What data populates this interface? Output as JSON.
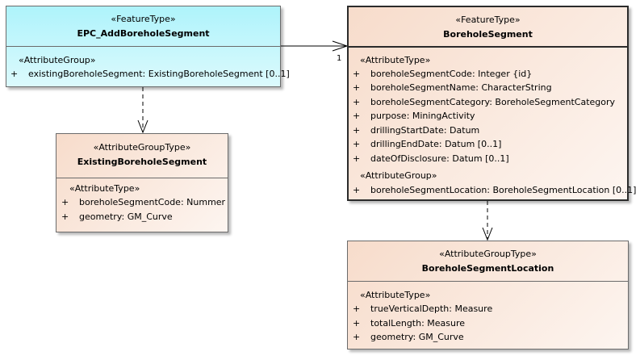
{
  "classes": {
    "epc": {
      "stereotype": "«FeatureType»",
      "name": "EPC_AddBoreholeSegment",
      "sections": [
        {
          "label": "«AttributeGroup»",
          "attributes": [
            {
              "vis": "+",
              "text": "existingBoreholeSegment: ExistingBoreholeSegment [0..1]"
            }
          ]
        }
      ]
    },
    "existing": {
      "stereotype": "«AttributeGroupType»",
      "name": "ExistingBoreholeSegment",
      "sections": [
        {
          "label": "«AttributeType»",
          "attributes": [
            {
              "vis": "+",
              "text": "boreholeSegmentCode: Nummer"
            },
            {
              "vis": "+",
              "text": "geometry: GM_Curve"
            }
          ]
        }
      ]
    },
    "borehole": {
      "stereotype": "«FeatureType»",
      "name": "BoreholeSegment",
      "sections": [
        {
          "label": "«AttributeType»",
          "attributes": [
            {
              "vis": "+",
              "text": "boreholeSegmentCode: Integer {id}"
            },
            {
              "vis": "+",
              "text": "boreholeSegmentName: CharacterString"
            },
            {
              "vis": "+",
              "text": "boreholeSegmentCategory: BoreholeSegmentCategory"
            },
            {
              "vis": "+",
              "text": "purpose: MiningActivity"
            },
            {
              "vis": "+",
              "text": "drillingStartDate: Datum"
            },
            {
              "vis": "+",
              "text": "drillingEndDate: Datum [0..1]"
            },
            {
              "vis": "+",
              "text": "dateOfDisclosure: Datum [0..1]"
            }
          ]
        },
        {
          "label": "«AttributeGroup»",
          "attributes": [
            {
              "vis": "+",
              "text": "boreholeSegmentLocation: BoreholeSegmentLocation [0..1]"
            }
          ]
        }
      ]
    },
    "location": {
      "stereotype": "«AttributeGroupType»",
      "name": "BoreholeSegmentLocation",
      "sections": [
        {
          "label": "«AttributeType»",
          "attributes": [
            {
              "vis": "+",
              "text": "trueVerticalDepth: Measure"
            },
            {
              "vis": "+",
              "text": "totalLength: Measure"
            },
            {
              "vis": "+",
              "text": "geometry: GM_Curve"
            }
          ]
        }
      ]
    }
  },
  "association": {
    "target_multiplicity": "1"
  }
}
